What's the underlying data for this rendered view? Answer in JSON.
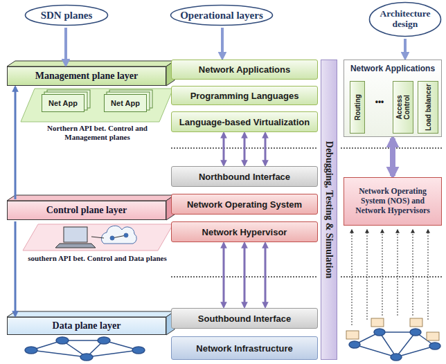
{
  "diagram": {
    "nodes": [
      {
        "text": [
          "SDN planes"
        ]
      },
      {
        "text": [
          "Operational layers"
        ]
      },
      {
        "text": [
          "Architecture design"
        ]
      },
      {
        "text": [
          "Management plane layer"
        ]
      },
      {
        "text": [
          "Net App"
        ]
      },
      {
        "text": [
          "Net App"
        ]
      },
      {
        "text": [
          "Control plane layer"
        ]
      },
      {
        "text": [
          "Data plane layer"
        ]
      },
      {
        "text": [
          "Network Applications"
        ]
      },
      {
        "text": [
          "Programming Languages"
        ]
      },
      {
        "text": [
          "Language-based Virtualization"
        ]
      },
      {
        "text": [
          "Northbound Interface"
        ]
      },
      {
        "text": [
          "Network Operating System"
        ]
      },
      {
        "text": [
          "Network Hypervisor"
        ]
      },
      {
        "text": [
          "Southbound Interface"
        ]
      },
      {
        "text": [
          "Network Infrastructure"
        ]
      },
      {
        "text": [
          "Debugging, Testing & Simulation"
        ]
      },
      {
        "text": [
          "Network Applications"
        ]
      },
      {
        "text": [
          "Routing"
        ],
        "in": 17
      },
      {
        "text": [
          "Access Control"
        ],
        "in": 17
      },
      {
        "text": [
          "Load balancer"
        ],
        "in": 17
      },
      {
        "text": [
          "Network Operating System (NOS) and Network Hypervisors"
        ]
      }
    ],
    "edges": [
      {
        "from": 0,
        "to": 3,
        "arrow": "to"
      },
      {
        "from": 1,
        "to": 8,
        "arrow": "to"
      },
      {
        "from": 2,
        "to": 17,
        "arrow": "to"
      },
      {
        "from": 6,
        "to": 3,
        "arrow": "to"
      },
      {
        "from": 6,
        "to": 7,
        "arrow": "to"
      },
      {
        "from": 10,
        "to": 11,
        "arrow": "both"
      },
      {
        "from": 13,
        "to": 14,
        "arrow": "both"
      },
      {
        "from": 17,
        "to": 21,
        "arrow": "both"
      }
    ],
    "labels": [
      "Northern API bet. Control and Management planes",
      "southern API bet. Control and Data planes",
      "•••"
    ]
  }
}
